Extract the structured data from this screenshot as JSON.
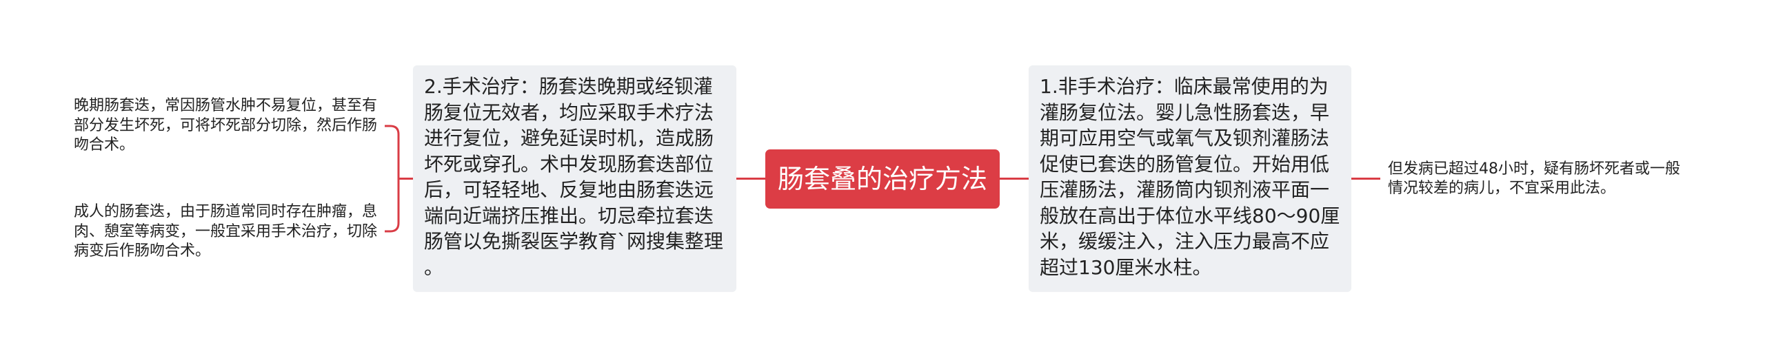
{
  "colors": {
    "background": "#ffffff",
    "accent": "#dc3d45",
    "connector": "#d93c45",
    "node_background": "#eef0f3",
    "text": "#222222",
    "root_text": "#ffffff"
  },
  "mindmap": {
    "root": {
      "label": "肠套叠的治疗方法"
    },
    "left_branch": {
      "lines": [
        "2.手术治疗：肠套迭晚期或经钡灌",
        "肠复位无效者，均应采取手术疗法",
        "进行复位，避免延误时机，造成肠",
        "坏死或穿孔。术中发现肠套迭部位",
        "后，可轻轻地、反复地由肠套迭远",
        "端向近端挤压推出。切忌牵拉套迭",
        "肠管以免撕裂医学教育`网搜集整理",
        "。"
      ],
      "children": [
        {
          "lines": [
            "晚期肠套迭，常因肠管水肿不易复位，甚至有",
            "部分发生坏死，可将坏死部分切除，然后作肠",
            "吻合术。"
          ]
        },
        {
          "lines": [
            "成人的肠套迭，由于肠道常同时存在肿瘤，息",
            "肉、憩室等病变，一般宜采用手术治疗，切除",
            "病变后作肠吻合术。"
          ]
        }
      ]
    },
    "right_branch": {
      "lines": [
        "1.非手术治疗：临床最常使用的为",
        "灌肠复位法。婴儿急性肠套迭，早",
        "期可应用空气或氧气及钡剂灌肠法",
        "促使已套迭的肠管复位。开始用低",
        "压灌肠法，灌肠筒内钡剂液平面一",
        "般放在高出于体位水平线80～90厘",
        "米，缓缓注入，注入压力最高不应",
        "超过130厘米水柱。"
      ],
      "children": [
        {
          "lines": [
            "但发病已超过48小时，疑有肠坏死者或一般",
            "情况较差的病儿，不宜采用此法。"
          ]
        }
      ]
    }
  }
}
